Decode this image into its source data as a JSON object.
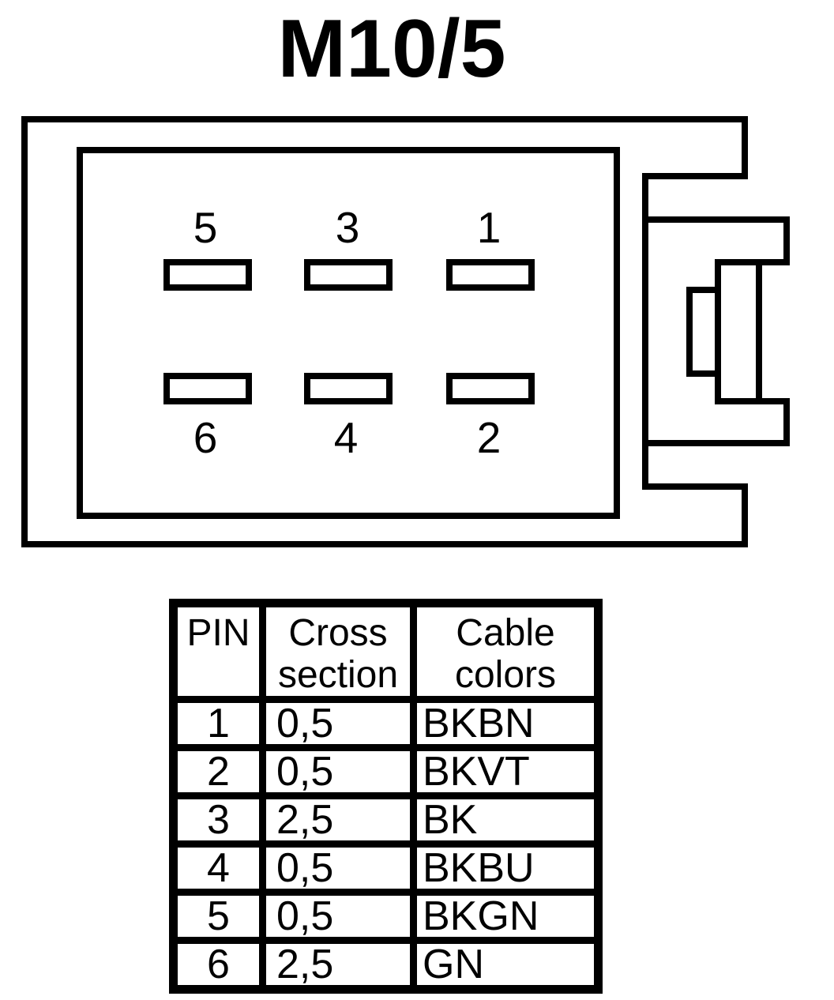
{
  "title": "M10/5",
  "connector": {
    "pins_top": [
      "5",
      "3",
      "1"
    ],
    "pins_bottom": [
      "6",
      "4",
      "2"
    ]
  },
  "table": {
    "headers": {
      "pin": "PIN",
      "cross_line1": "Cross",
      "cross_line2": "section",
      "cable_line1": "Cable",
      "cable_line2": "colors"
    },
    "rows": [
      {
        "pin": "1",
        "cross_section": "0,5",
        "cable_color": "BKBN"
      },
      {
        "pin": "2",
        "cross_section": "0,5",
        "cable_color": "BKVT"
      },
      {
        "pin": "3",
        "cross_section": "2,5",
        "cable_color": "BK"
      },
      {
        "pin": "4",
        "cross_section": "0,5",
        "cable_color": "BKBU"
      },
      {
        "pin": "5",
        "cross_section": "0,5",
        "cable_color": "BKGN"
      },
      {
        "pin": "6",
        "cross_section": "2,5",
        "cable_color": "GN"
      }
    ]
  },
  "colors": {
    "ink": "#000000",
    "background": "#ffffff"
  }
}
